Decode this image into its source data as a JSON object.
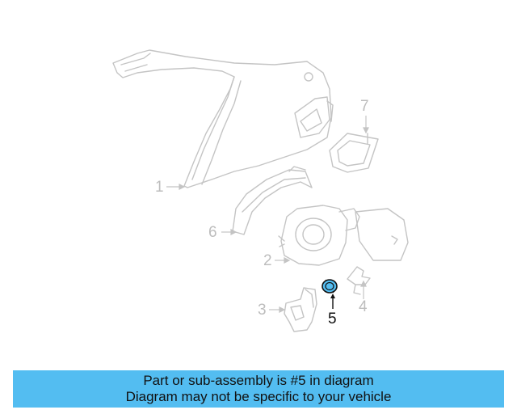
{
  "diagram": {
    "callouts": [
      {
        "id": "1",
        "label": "1",
        "active": false
      },
      {
        "id": "2",
        "label": "2",
        "active": false
      },
      {
        "id": "3",
        "label": "3",
        "active": false
      },
      {
        "id": "4",
        "label": "4",
        "active": false
      },
      {
        "id": "5",
        "label": "5",
        "active": true
      },
      {
        "id": "6",
        "label": "6",
        "active": false
      },
      {
        "id": "7",
        "label": "7",
        "active": false
      }
    ],
    "colors": {
      "line": "#c4c4c4",
      "highlight_fill": "#53bdf1",
      "highlight_stroke": "#111111"
    }
  },
  "banner": {
    "line1": "Part or sub-assembly is #5 in diagram",
    "line2": "Diagram may not be specific to your vehicle",
    "background": "#53bdf1"
  }
}
